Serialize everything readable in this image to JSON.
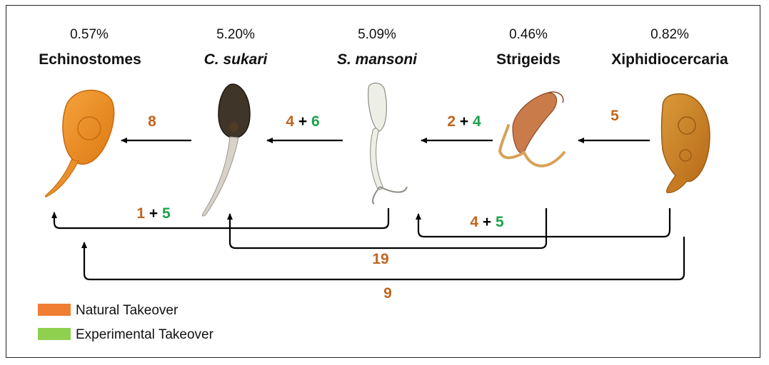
{
  "organisms": [
    {
      "percent": "0.57%",
      "name": "Echinostomes",
      "icon": "echinostome-cercaria"
    },
    {
      "percent": "5.20%",
      "name": "C. sukari",
      "icon": "c-sukari-cercaria"
    },
    {
      "percent": "5.09%",
      "name": "S. mansoni",
      "icon": "s-mansoni-cercaria"
    },
    {
      "percent": "0.46%",
      "name": "Strigeids",
      "icon": "strigeid-cercaria"
    },
    {
      "percent": "0.82%",
      "name": "Xiphidiocercaria",
      "icon": "xiphidiocercaria"
    }
  ],
  "arrows": {
    "c_to_echino": {
      "natural": "8"
    },
    "sm_to_c": {
      "natural": "4",
      "plus": "+",
      "experimental": "6"
    },
    "strig_to_sm": {
      "natural": "2",
      "plus": "+",
      "experimental": "4"
    },
    "xiph_to_strig": {
      "natural": "5"
    },
    "sm_to_echino": {
      "natural": "1",
      "plus": "+",
      "experimental": "5"
    },
    "xiph_to_sm": {
      "natural": "4",
      "plus": "+",
      "experimental": "5"
    },
    "strig_to_c": {
      "natural": "19"
    },
    "xiph_to_echino": {
      "natural": "9"
    }
  },
  "legend": [
    {
      "label": "Natural Takeover",
      "color": "#ef7d32"
    },
    {
      "label": "Experimental Takeover",
      "color": "#8fd14f"
    }
  ],
  "colors": {
    "natural_text": "#c2651e",
    "experimental_text": "#1aa34a",
    "arrow": "#000000"
  }
}
